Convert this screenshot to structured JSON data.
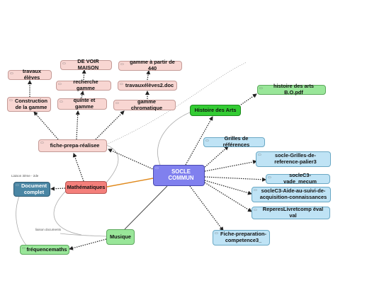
{
  "nodes": {
    "travaux_eleves": "travaux élèves",
    "devoir_maison": "DE VOIR MAISON",
    "gamme_440": "gamme à partir de 440",
    "recherche_gamme": "recherche gamme",
    "travaux_eleves2": "travauxélèves2.doc",
    "construction_gamme": "Construction de la gamme",
    "quinte_gamme": "quinte et gamme",
    "gamme_chromatique": "gamme chromatique",
    "histoire_arts_pdf": "histoire des arts B.O.pdf",
    "histoire_des_arts": "Histoire des Arts",
    "fiche_prepa": "fiche-prepa-réalisee",
    "grilles_references": "Grilles de références",
    "grilles_palier3": "socle-Grilles-de-reference-palier3",
    "socle_commun": "SOCLE COMMUN",
    "document_complet": "Document complet",
    "mathematiques": "Mathématiques",
    "vade_mecum": "socleC3-vade_mecum",
    "aide_suivi": "socleC3-Aide-au-suivi-de-acquisition-connaissances",
    "reperes": "ReperesLivretcomp éval val",
    "musique": "Musique",
    "fiche_preparation": "Fiche-preparation-competence3_",
    "frequencemaths": "fréquencemaths"
  },
  "labels": {
    "liaison": "Liaison 3ème - 2de",
    "lien": "liaison documents"
  },
  "colors": {
    "edge": "#222222",
    "edge_light": "#aaaaaa",
    "edge_orange": "#e08a1e"
  }
}
